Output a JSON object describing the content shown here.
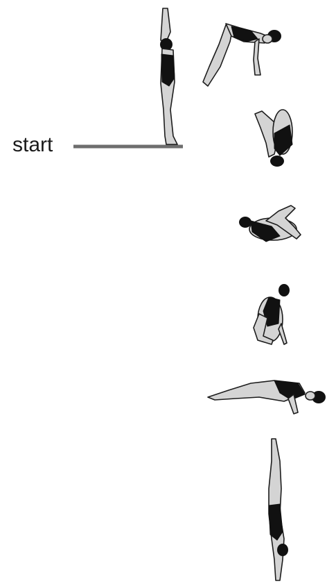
{
  "labels": {
    "start": "start"
  },
  "colors": {
    "background": "#ffffff",
    "board": "#6e6e6e",
    "skin": "#d4d4d4",
    "swimsuit": "#111111",
    "outline": "#1c1c1c",
    "text": "#1a1a1a"
  },
  "figures": [
    "standing-arms-up",
    "pike-takeoff",
    "tuck-inverted",
    "tuck-horizontal",
    "tuck-upright",
    "layout-horizontal",
    "vertical-entry"
  ]
}
